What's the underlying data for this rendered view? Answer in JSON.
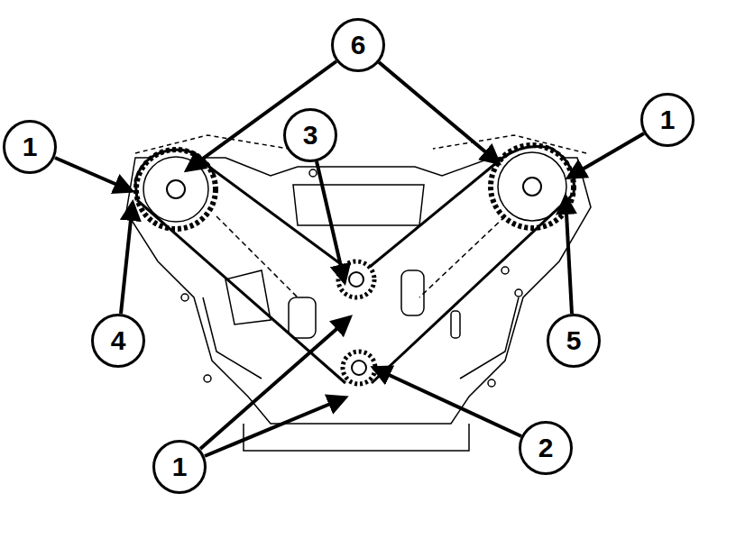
{
  "diagram": {
    "nodes": [
      {
        "text": [
          "6"
        ]
      },
      {
        "text": [
          "1"
        ]
      },
      {
        "text": [
          "3"
        ]
      },
      {
        "text": [
          "1"
        ]
      },
      {
        "text": [
          "4"
        ]
      },
      {
        "text": [
          "5"
        ]
      },
      {
        "text": [
          "2"
        ]
      },
      {
        "text": [
          "1"
        ]
      }
    ]
  }
}
